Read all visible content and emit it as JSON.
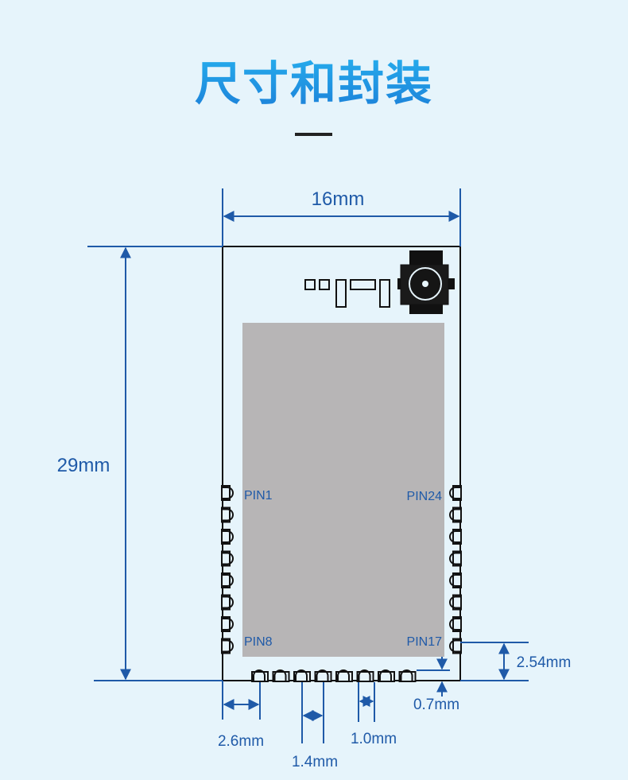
{
  "header": {
    "title": "尺寸和封装"
  },
  "dimensions": {
    "width": "16mm",
    "height": "29mm",
    "pitch": "2.54mm",
    "edge_offset": "0.7mm",
    "left_margin": "2.6mm",
    "pad_pitch_bottom": "1.4mm",
    "pad_width": "1.0mm"
  },
  "pins": {
    "left_top": "PIN1",
    "right_top": "PIN24",
    "left_bottom": "PIN8",
    "right_bottom": "PIN17"
  },
  "colors": {
    "dimension_line": "#1f5aa8",
    "shield": "#b7b5b6",
    "outline": "#111111",
    "title": "#1b8fe0"
  }
}
